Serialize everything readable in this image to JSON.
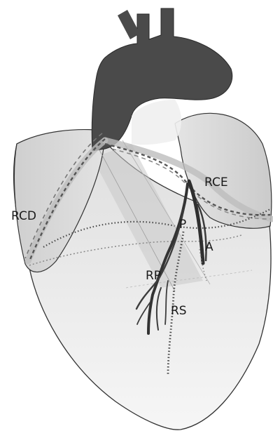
{
  "labels": {
    "rcd": "RCD",
    "rce": "RCE",
    "p": "P",
    "a": "A",
    "rp": "RP",
    "rs": "RS"
  },
  "colors": {
    "aorta": "#4a4a4a",
    "heart_fill": "#ececec",
    "heart_outline": "#333333",
    "atrium_fill": "#d6d6d6",
    "vessel": "#3c3c3c",
    "band": "#bcbcbc"
  }
}
